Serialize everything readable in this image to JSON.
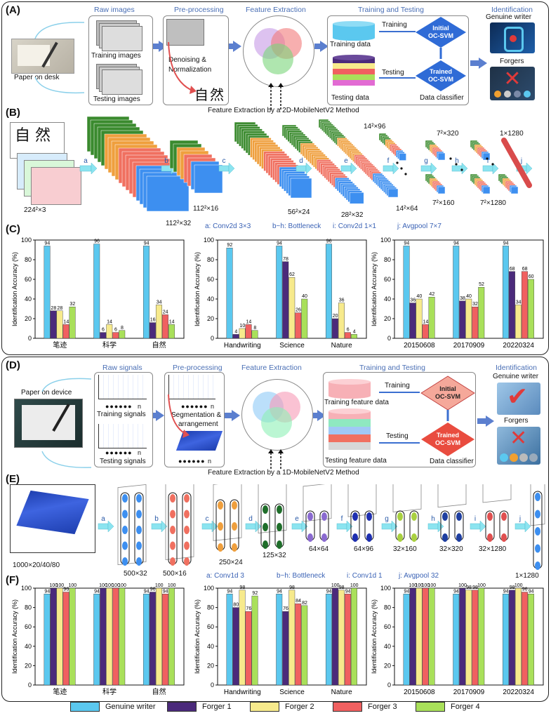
{
  "panel_letters": {
    "a": "(A)",
    "b": "(B)",
    "c": "(C)",
    "d": "(D)",
    "e": "(E)",
    "f": "(F)"
  },
  "top": {
    "stages": [
      "Raw images",
      "Pre-processing",
      "Feature Extraction",
      "Training and Testing",
      "Identification"
    ],
    "paper_label": "Paper on desk",
    "training_images": "Training images",
    "testing_images": "Testing images",
    "denoise": "Denoising &",
    "normalize": "Normalization",
    "training_word": "Training",
    "testing_word": "Testing",
    "training_data": "Training  data",
    "testing_data": "Testing  data",
    "initial_ocsvm": "Initial\nOC-SVM",
    "trained_ocsvm": "Trained\nOC-SVM",
    "data_classifier": "Data classifier",
    "genuine_writer": "Genuine writer",
    "forgers": "Forgers",
    "feat_method": "Feature Extraction by a 2D-MobileNetV2 Method",
    "char1": "自",
    "char2": "然"
  },
  "net2d": {
    "dims": [
      "224²×3",
      "112²×32",
      "112²×16",
      "56²×24",
      "28²×32",
      "14²×64",
      "14²×96",
      "7²×160",
      "7²×320",
      "7²×1280",
      "1×1280"
    ],
    "letters": [
      "a",
      "b",
      "c",
      "d",
      "e",
      "f",
      "g",
      "h",
      "i",
      "j"
    ],
    "caption_a": "a: Conv2d 3×3",
    "caption_b": "b~h: Bottleneck",
    "caption_i": "i: Conv2d 1×1",
    "caption_j": "j: Avgpool 7×7"
  },
  "bottom": {
    "stages": [
      "Raw signals",
      "Pre-processing",
      "Feature Extraction",
      "Training and Testing",
      "Identification"
    ],
    "paper_label": "Paper on device",
    "training_signals": "Training signals",
    "testing_signals": "Testing signals",
    "n_label": "n",
    "seg": "Segmentation &",
    "arr": "arrangement",
    "training_word": "Training",
    "testing_word": "Testing",
    "training_feature": "Training feature data",
    "testing_feature": "Testing feature data",
    "initial_ocsvm": "Initial\nOC-SVM",
    "trained_ocsvm": "Trained\nOC-SVM",
    "data_classifier": "Data classifier",
    "genuine_writer": "Genuine writer",
    "forgers": "Forgers",
    "feat_method": "Feature Extraction by a 1D-MobileNetV2 Method"
  },
  "net1d": {
    "dims": [
      "1000×20/40/80",
      "500×32",
      "500×16",
      "250×24",
      "125×32",
      "64×64",
      "64×96",
      "32×160",
      "32×320",
      "32×1280",
      "1×1280"
    ],
    "letters": [
      "a",
      "b",
      "c",
      "d",
      "e",
      "f",
      "g",
      "h",
      "i",
      "j"
    ],
    "caption_a": "a: Conv1d 3",
    "caption_b": "b~h: Bottleneck",
    "caption_i": "i: Conv1d 1",
    "caption_j": "j: Avgpool 32"
  },
  "colors": {
    "genuine": "#5bc8ef",
    "forger1": "#4b2a7b",
    "forger2": "#f7ea8c",
    "forger3": "#f06060",
    "forger4": "#a9e05a",
    "accent": "#4a6fb5"
  },
  "legend": [
    "Genuine writer",
    "Forger 1",
    "Forger 2",
    "Forger 3",
    "Forger 4"
  ],
  "chart_data": [
    {
      "type": "bar",
      "ylabel": "Identification Accuracy (%)",
      "ylim": [
        0,
        100
      ],
      "categories": [
        "笔迹",
        "科学",
        "自然"
      ],
      "series": [
        {
          "name": "Genuine writer",
          "values": [
            94,
            96,
            94
          ]
        },
        {
          "name": "Forger 1",
          "values": [
            28,
            6,
            16
          ]
        },
        {
          "name": "Forger 2",
          "values": [
            28,
            14,
            34
          ]
        },
        {
          "name": "Forger 3",
          "values": [
            14,
            6,
            24
          ]
        },
        {
          "name": "Forger 4",
          "values": [
            32,
            8,
            14
          ]
        }
      ]
    },
    {
      "type": "bar",
      "ylabel": "Identification Accuracy (%)",
      "ylim": [
        0,
        100
      ],
      "categories": [
        "Handwriting",
        "Science",
        "Nature"
      ],
      "series": [
        {
          "name": "Genuine writer",
          "values": [
            92,
            94,
            96
          ]
        },
        {
          "name": "Forger 1",
          "values": [
            4,
            78,
            20
          ]
        },
        {
          "name": "Forger 2",
          "values": [
            10,
            62,
            36
          ]
        },
        {
          "name": "Forger 3",
          "values": [
            14,
            26,
            6
          ]
        },
        {
          "name": "Forger 4",
          "values": [
            8,
            40,
            4
          ]
        }
      ]
    },
    {
      "type": "bar",
      "ylabel": "Identification Accuracy (%)",
      "ylim": [
        0,
        100
      ],
      "categories": [
        "20150608",
        "20170909",
        "20220324"
      ],
      "series": [
        {
          "name": "Genuine writer",
          "values": [
            94,
            94,
            94
          ]
        },
        {
          "name": "Forger 1",
          "values": [
            36,
            38,
            68
          ]
        },
        {
          "name": "Forger 2",
          "values": [
            40,
            40,
            34
          ]
        },
        {
          "name": "Forger 3",
          "values": [
            14,
            32,
            68
          ]
        },
        {
          "name": "Forger 4",
          "values": [
            42,
            52,
            60
          ]
        }
      ]
    },
    {
      "type": "bar",
      "ylabel": "Identification Accuracy (%)",
      "ylim": [
        0,
        100
      ],
      "categories": [
        "笔迹",
        "科学",
        "自然"
      ],
      "series": [
        {
          "name": "Genuine writer",
          "values": [
            94,
            94,
            94
          ]
        },
        {
          "name": "Forger 1",
          "values": [
            100,
            100,
            96
          ]
        },
        {
          "name": "Forger 2",
          "values": [
            100,
            100,
            100
          ]
        },
        {
          "name": "Forger 3",
          "values": [
            96,
            100,
            94
          ]
        },
        {
          "name": "Forger 4",
          "values": [
            100,
            100,
            100
          ]
        }
      ]
    },
    {
      "type": "bar",
      "ylabel": "Identification Accuracy (%)",
      "ylim": [
        0,
        100
      ],
      "categories": [
        "Handwriting",
        "Science",
        "Nature"
      ],
      "series": [
        {
          "name": "Genuine writer",
          "values": [
            94,
            94,
            94
          ]
        },
        {
          "name": "Forger 1",
          "values": [
            80,
            76,
            100
          ]
        },
        {
          "name": "Forger 2",
          "values": [
            98,
            98,
            98
          ]
        },
        {
          "name": "Forger 3",
          "values": [
            76,
            84,
            94
          ]
        },
        {
          "name": "Forger 4",
          "values": [
            92,
            82,
            100
          ]
        }
      ]
    },
    {
      "type": "bar",
      "ylabel": "Identification Accuracy (%)",
      "ylim": [
        0,
        100
      ],
      "categories": [
        "20150608",
        "20170909",
        "20220324"
      ],
      "series": [
        {
          "name": "Genuine writer",
          "values": [
            94,
            94,
            94
          ]
        },
        {
          "name": "Forger 1",
          "values": [
            100,
            100,
            98
          ]
        },
        {
          "name": "Forger 2",
          "values": [
            100,
            98,
            100
          ]
        },
        {
          "name": "Forger 3",
          "values": [
            100,
            98,
            96
          ]
        },
        {
          "name": "Forger 4",
          "values": [
            100,
            100,
            94
          ]
        }
      ]
    }
  ]
}
